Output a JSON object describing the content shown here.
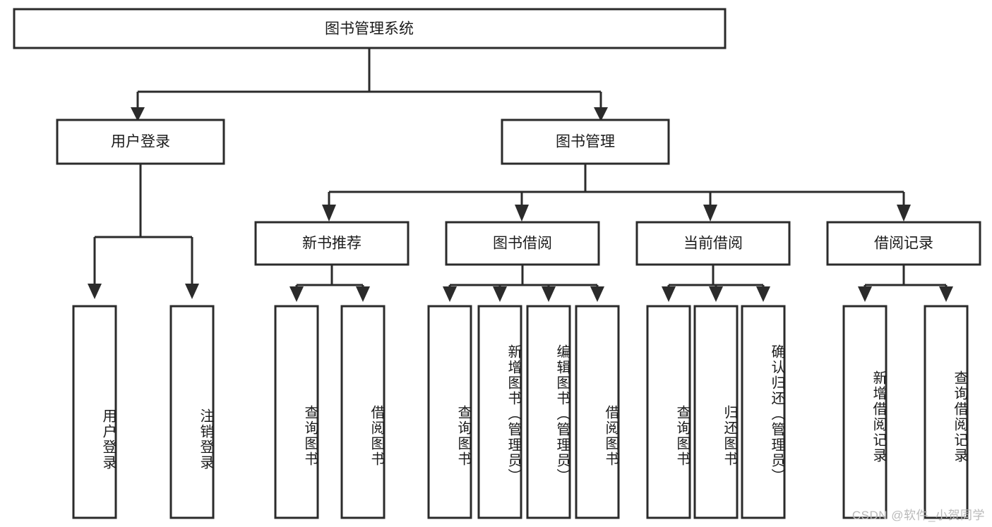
{
  "diagram": {
    "title": "图书管理系统",
    "watermark": "CSDN @软件_小贺同学",
    "type": "tree",
    "root": {
      "id": "root",
      "label": "图书管理系统",
      "orientation": "horizontal"
    },
    "level2": [
      {
        "id": "user-login",
        "label": "用户登录",
        "orientation": "horizontal"
      },
      {
        "id": "book-management",
        "label": "图书管理",
        "orientation": "horizontal"
      }
    ],
    "level3": [
      {
        "id": "new-book-recommend",
        "label": "新书推荐",
        "parent": "book-management",
        "orientation": "horizontal"
      },
      {
        "id": "book-borrow",
        "label": "图书借阅",
        "parent": "book-management",
        "orientation": "horizontal"
      },
      {
        "id": "current-borrow",
        "label": "当前借阅",
        "parent": "book-management",
        "orientation": "horizontal"
      },
      {
        "id": "borrow-record",
        "label": "借阅记录",
        "parent": "book-management",
        "orientation": "horizontal"
      }
    ],
    "leaves": [
      {
        "id": "leaf-user-login",
        "label": "用户登录",
        "parent": "user-login",
        "orientation": "vertical"
      },
      {
        "id": "leaf-user-logout",
        "label": "注销登录",
        "parent": "user-login",
        "orientation": "vertical"
      },
      {
        "id": "leaf-query-book-1",
        "label": "查询图书",
        "parent": "new-book-recommend",
        "orientation": "vertical"
      },
      {
        "id": "leaf-borrow-book-1",
        "label": "借阅图书",
        "parent": "new-book-recommend",
        "orientation": "vertical"
      },
      {
        "id": "leaf-query-book-2",
        "label": "查询图书",
        "parent": "book-borrow",
        "orientation": "vertical"
      },
      {
        "id": "leaf-add-book",
        "label": "新增图书（管理员）",
        "parent": "book-borrow",
        "orientation": "vertical"
      },
      {
        "id": "leaf-edit-book",
        "label": "编辑图书（管理员）",
        "parent": "book-borrow",
        "orientation": "vertical"
      },
      {
        "id": "leaf-borrow-book-2",
        "label": "借阅图书",
        "parent": "book-borrow",
        "orientation": "vertical"
      },
      {
        "id": "leaf-query-book-3",
        "label": "查询图书",
        "parent": "current-borrow",
        "orientation": "vertical"
      },
      {
        "id": "leaf-return-book",
        "label": "归还图书",
        "parent": "current-borrow",
        "orientation": "vertical"
      },
      {
        "id": "leaf-confirm-return",
        "label": "确认归还（管理员）",
        "parent": "current-borrow",
        "orientation": "vertical"
      },
      {
        "id": "leaf-add-record",
        "label": "新增借阅记录",
        "parent": "borrow-record",
        "orientation": "vertical"
      },
      {
        "id": "leaf-query-record",
        "label": "查询借阅记录",
        "parent": "borrow-record",
        "orientation": "vertical"
      }
    ],
    "colors": {
      "stroke": "#2b2b2b",
      "fill": "#ffffff",
      "text": "#1b1b1b",
      "watermark": "#b9b9b9"
    }
  }
}
